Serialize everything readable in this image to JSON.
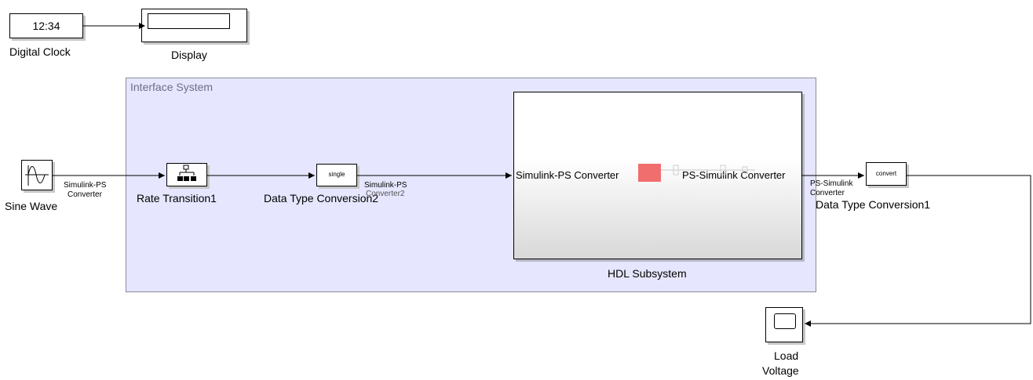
{
  "clock": {
    "value": "12:34",
    "label": "Digital Clock"
  },
  "display": {
    "label": "Display"
  },
  "subsystem": {
    "title": "Interface System"
  },
  "sine": {
    "label": "Sine Wave"
  },
  "conv1": {
    "line1": "Simulink-PS",
    "line2": "Converter"
  },
  "rate": {
    "label": "Rate Transition1"
  },
  "dtc2": {
    "icon_text": "single",
    "label": "Data Type Conversion2",
    "port_line1": "Simulink-PS",
    "port_line2": "Converter2"
  },
  "hdl": {
    "in_port": "Simulink-PS Converter",
    "out_port": "PS-Simulink Converter",
    "label": "HDL Subsystem"
  },
  "conv_out": {
    "line1": "PS-Simulink",
    "line2": "Converter"
  },
  "dtc1": {
    "icon_text": "convert",
    "label": "Data Type Conversion1"
  },
  "scope": {
    "line1": "Load",
    "line2": "Voltage"
  },
  "colors": {
    "subsystem_bg": "#e6e6ff",
    "hdl_block_red": "#f06e6e"
  }
}
